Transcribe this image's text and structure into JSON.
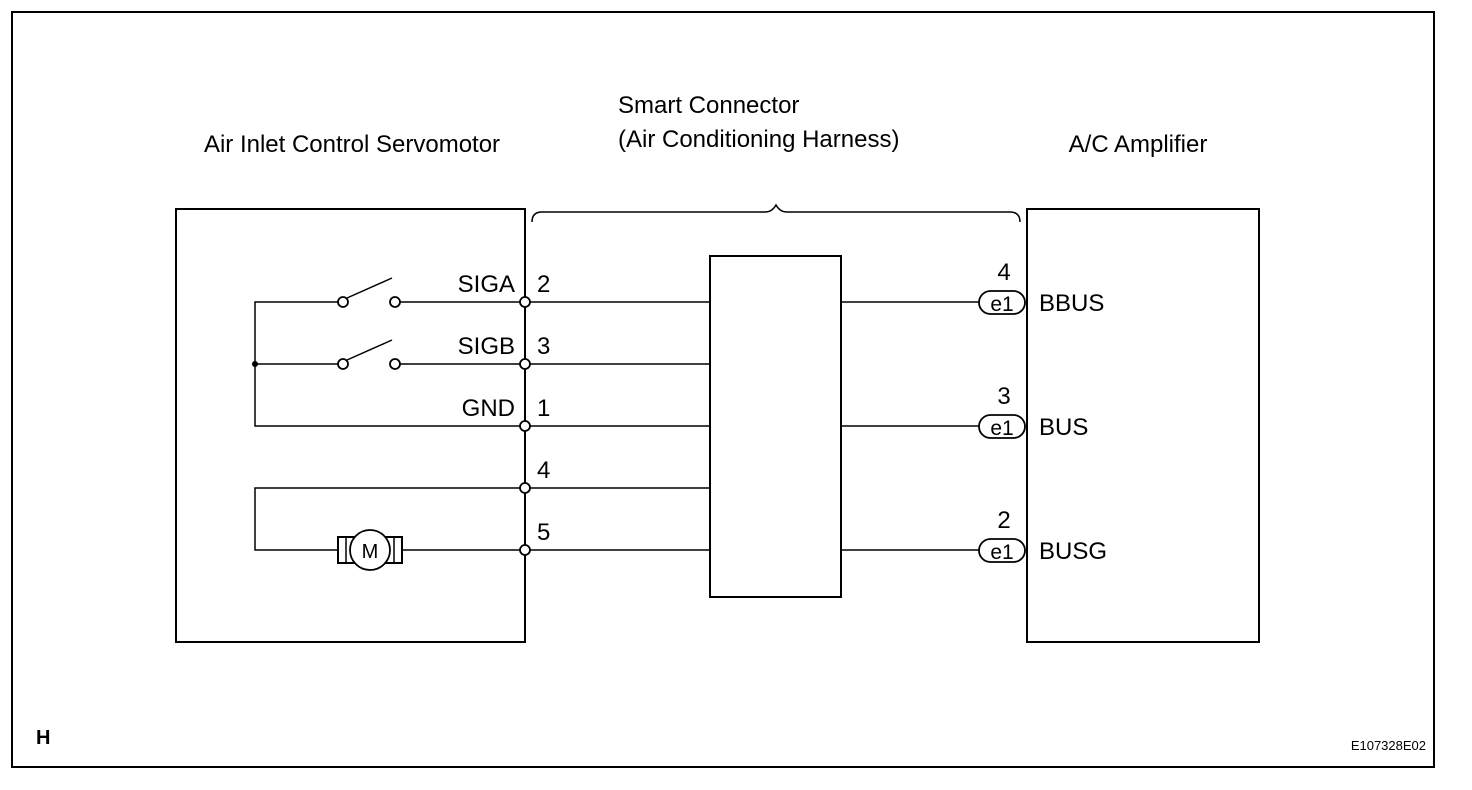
{
  "blocks": {
    "servomotor": {
      "label": "Air Inlet Control Servomotor"
    },
    "smart_connector": {
      "line1": "Smart Connector",
      "line2": "(Air Conditioning Harness)"
    },
    "amplifier": {
      "label": "A/C Amplifier"
    }
  },
  "servomotor_pins": [
    {
      "name": "SIGA",
      "pin": "2"
    },
    {
      "name": "SIGB",
      "pin": "3"
    },
    {
      "name": "GND",
      "pin": "1"
    },
    {
      "name": "",
      "pin": "4"
    },
    {
      "name": "",
      "pin": "5"
    }
  ],
  "motor_symbol": "M",
  "amplifier_pins": [
    {
      "pin": "4",
      "connector": "e1",
      "name": "BBUS"
    },
    {
      "pin": "3",
      "connector": "e1",
      "name": "BUS"
    },
    {
      "pin": "2",
      "connector": "e1",
      "name": "BUSG"
    }
  ],
  "footer": {
    "corner_letter": "H",
    "code": "E107328E02"
  }
}
